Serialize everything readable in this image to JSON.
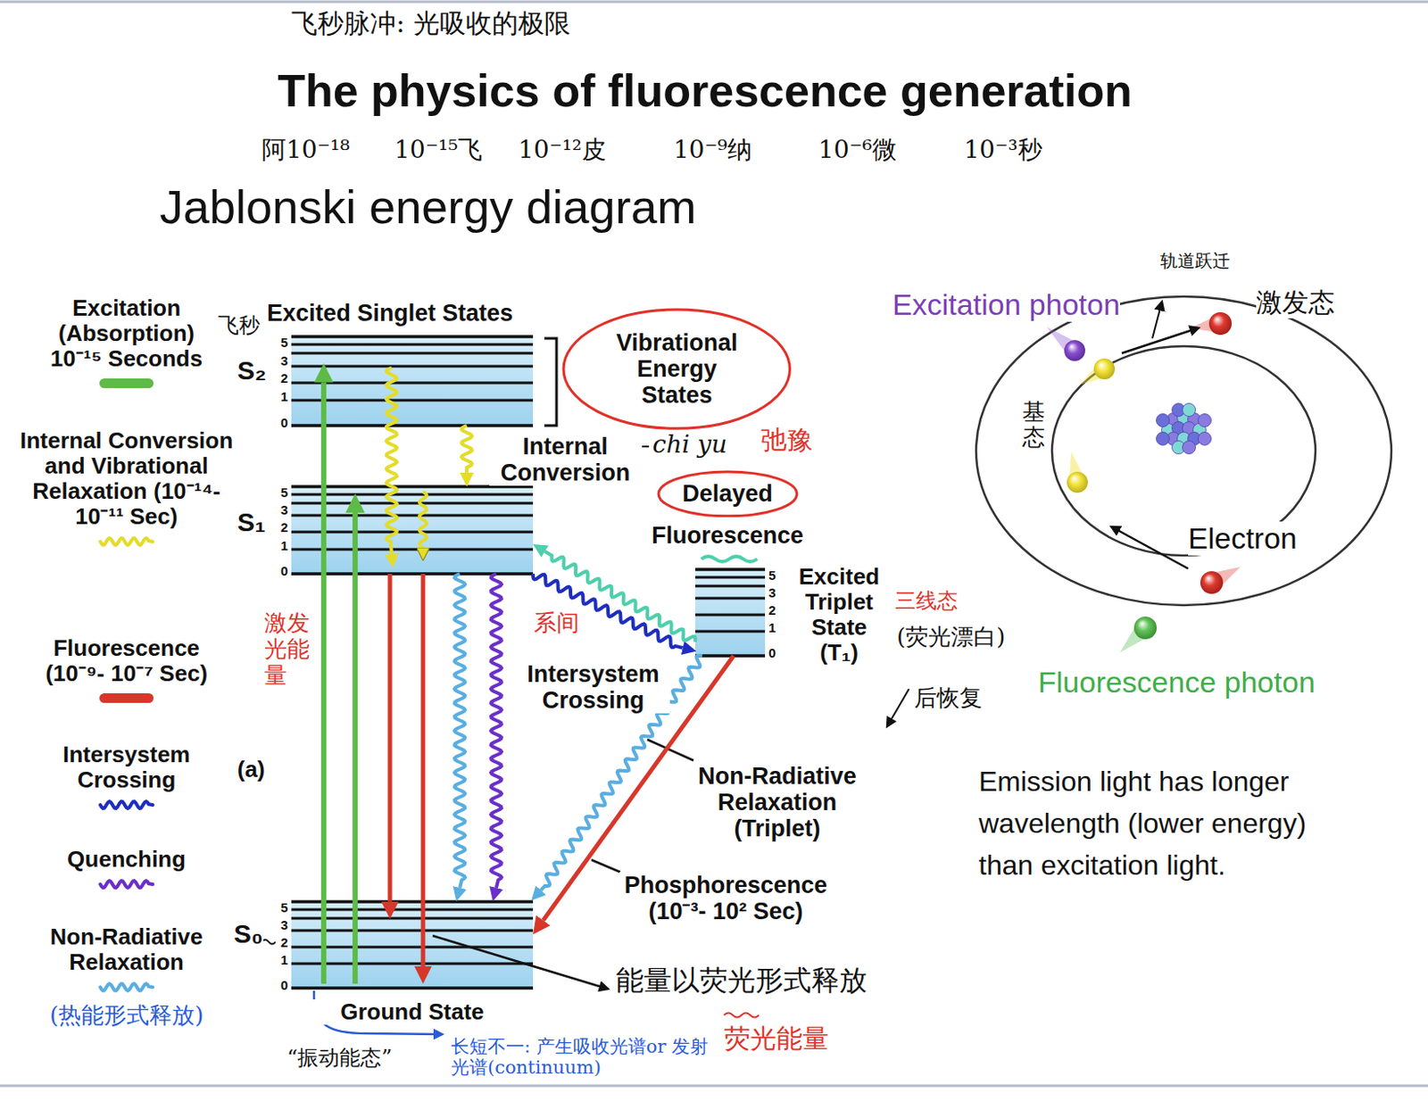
{
  "diagram": {
    "title": "The physics of fluorescence generation",
    "nodes": [
      {
        "text": [
          "S₂"
        ]
      },
      {
        "text": [
          "Vibrational Energy States"
        ]
      },
      {
        "text": [
          "S₁"
        ]
      },
      {
        "text": [
          "Delayed"
        ]
      },
      {
        "text": [
          "Excited Triplet State (T₁)"
        ]
      },
      {
        "text": [
          "S₀",
          "Ground State"
        ]
      }
    ],
    "edges": [
      {
        "from": 5,
        "to": 0,
        "arrow": "to"
      },
      {
        "from": 5,
        "to": 2,
        "arrow": "to"
      },
      {
        "from": 0,
        "to": 2,
        "arrow": "to"
      },
      {
        "from": 0,
        "to": 2,
        "arrow": "to",
        "label": "Internal Conversion"
      },
      {
        "from": 2,
        "to": 5,
        "arrow": "to"
      },
      {
        "from": 2,
        "to": 5,
        "arrow": "to"
      },
      {
        "from": 2,
        "to": 5,
        "arrow": "to"
      },
      {
        "from": 2,
        "to": 5,
        "arrow": "to"
      },
      {
        "from": 2,
        "to": 4,
        "arrow": "to",
        "label": "Intersystem Crossing"
      },
      {
        "from": 4,
        "to": 2,
        "arrow": "to"
      },
      {
        "from": 4,
        "to": 5,
        "arrow": "to",
        "label": "Non-Radiative Relaxation (Triplet)"
      },
      {
        "from": 4,
        "to": 5,
        "arrow": "to",
        "label": "Phosphorescence (10⁻³- 10² Sec)"
      }
    ],
    "labels": [
      "飞秒脉冲: 光吸收的极限",
      "阿10⁻¹⁸",
      "10⁻¹⁵飞",
      "10⁻¹²皮",
      "10⁻⁹纳",
      "10⁻⁶微",
      "10⁻³秒",
      "Jablonski energy diagram",
      "飞秒",
      "Excited Singlet States",
      "5",
      "3",
      "2",
      "1",
      "0",
      "chi yu",
      "弛豫",
      "5",
      "3",
      "2",
      "1",
      "0",
      "Fluorescence",
      "5",
      "3",
      "2",
      "1",
      "0",
      "三线态",
      "(荧光漂白)",
      "后恢复",
      "激发光能量",
      "系间",
      "(a)",
      "5",
      "3",
      "2",
      "1",
      "0",
      "能量以荧光形式释放",
      "荧光能量",
      "“振动能态”",
      "长短不一: 产生吸收光谱or 发射光谱(continuum)",
      "(热能形式释放)",
      "轨道跃迁",
      "Excitation photon",
      "激发态",
      "基态",
      "Electron",
      "Fluorescence photon",
      "Emission light has longer wavelength (lower energy) than excitation light."
    ],
    "legend": [
      {
        "text": "Excitation (Absorption) 10⁻¹⁵ Seconds",
        "color": "#5dbb46"
      },
      {
        "text": "Internal Conversion and Vibrational Relaxation (10⁻¹⁴- 10⁻¹¹ Sec)"
      },
      {
        "text": "Fluorescence (10⁻⁹- 10⁻⁷ Sec)",
        "color": "#d7372b"
      },
      {
        "text": "Intersystem Crossing"
      },
      {
        "text": "Quenching"
      },
      {
        "text": "Non-Radiative Relaxation"
      }
    ]
  }
}
